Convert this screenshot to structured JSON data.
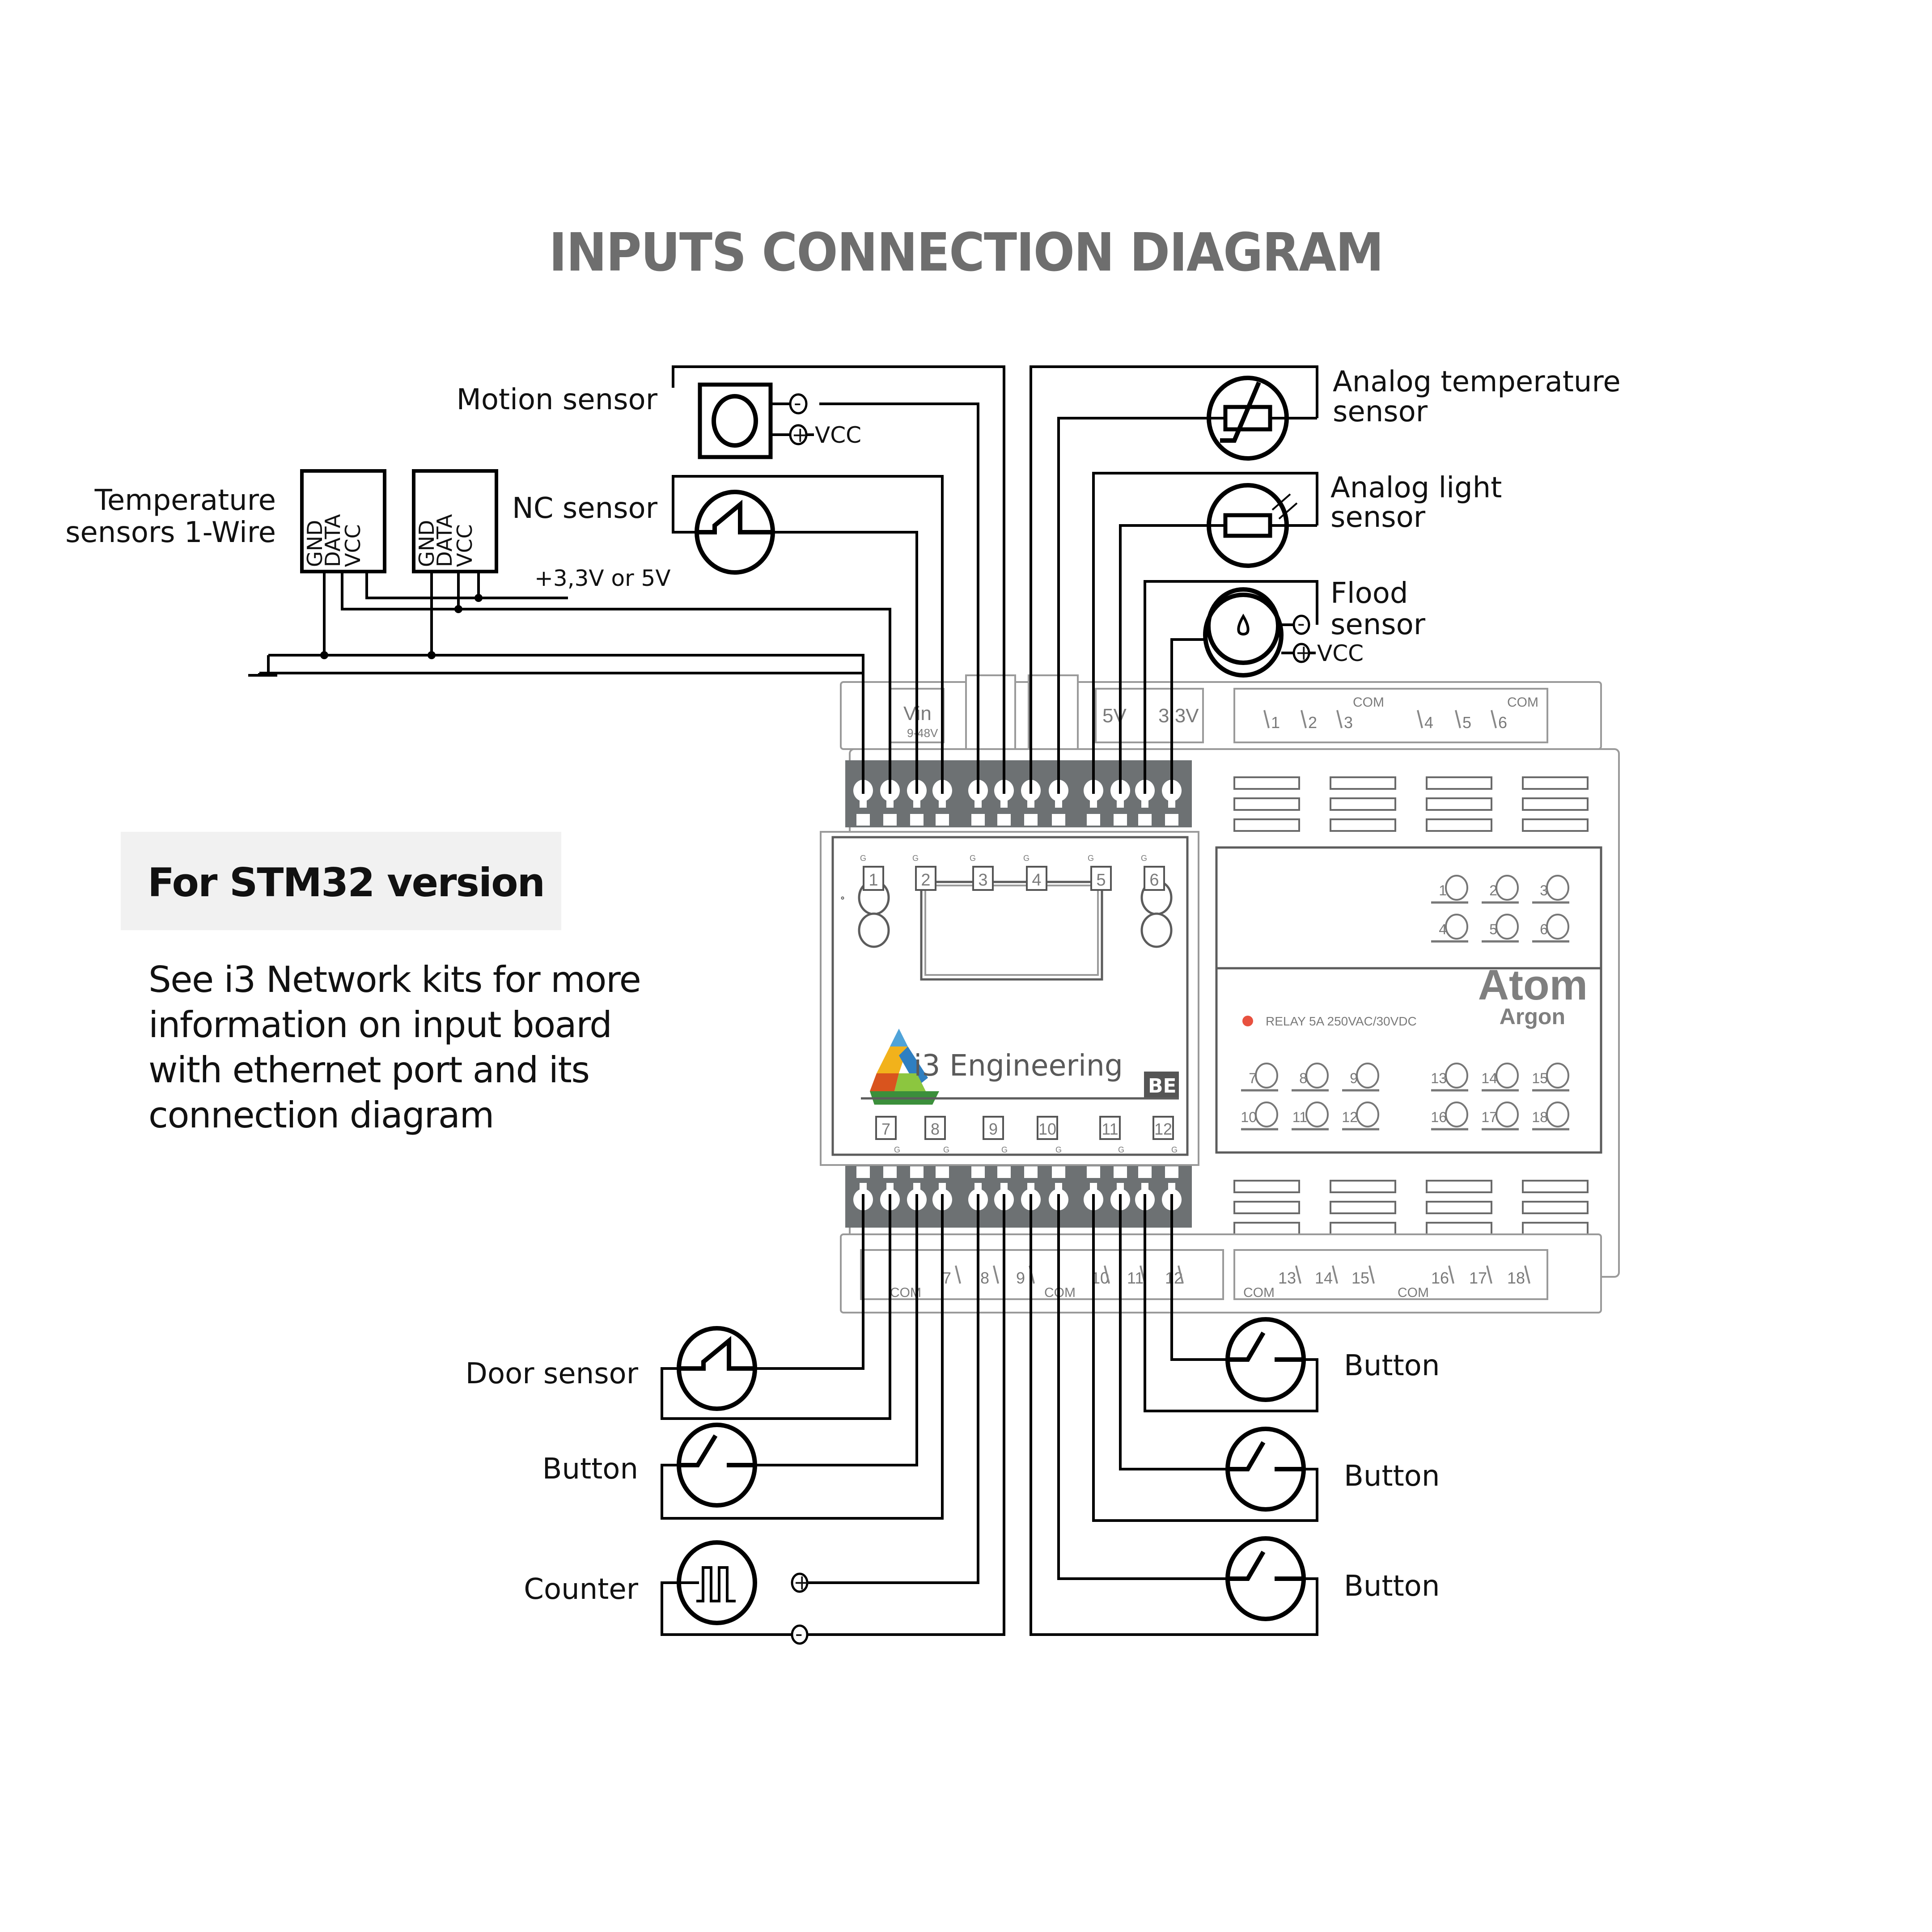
{
  "title": "INPUTS CONNECTION DIAGRAM",
  "note_box": {
    "heading": "For STM32 version",
    "text": "See i3 Network kits for more information on input board with ethernet port and its connection diagram"
  },
  "sensors_top_left": {
    "motion": {
      "label": "Motion sensor",
      "minus": "-",
      "plus": "+",
      "vcc": "VCC"
    },
    "nc": {
      "label": "NC sensor"
    },
    "onewire": {
      "label_line1": "Temperature",
      "label_line2": "sensors 1-Wire",
      "pins": [
        "GND",
        "DATA",
        "VCC"
      ],
      "supply_label": "+3,3V or 5V"
    }
  },
  "sensors_top_right": {
    "analog_temp": {
      "label_line1": "Analog temperature",
      "label_line2": "sensor"
    },
    "analog_light": {
      "label_line1": "Analog light",
      "label_line2": "sensor"
    },
    "flood": {
      "label_line1": "Flood",
      "label_line2": "sensor",
      "minus": "-",
      "plus": "+",
      "vcc": "VCC"
    }
  },
  "sensors_bottom_left": {
    "door": {
      "label": "Door sensor"
    },
    "button": {
      "label": "Button"
    },
    "counter": {
      "label": "Counter",
      "plus": "+",
      "minus": "-"
    }
  },
  "sensors_bottom_right": {
    "buttons": [
      {
        "label": "Button"
      },
      {
        "label": "Button"
      },
      {
        "label": "Button"
      }
    ]
  },
  "device": {
    "brand": "i3 Engineering",
    "badge": "BE",
    "model": "Atom",
    "variant": "Argon",
    "relay_spec": "RELAY  5A  250VAC/30VDC",
    "led_color": "#e8513f",
    "power_labels": {
      "vin": "Vin",
      "vin_range": "9-48V",
      "v5": "5V",
      "v33": "3,3V",
      "minus": "-",
      "plus": "+"
    },
    "top_inputs": [
      "1",
      "2",
      "3",
      "4",
      "5",
      "6"
    ],
    "bottom_inputs": [
      "7",
      "8",
      "9",
      "10",
      "11",
      "12"
    ],
    "ground_label": "G",
    "relay_top": {
      "contacts": [
        "1",
        "2",
        "3",
        "4",
        "5",
        "6"
      ],
      "com": "COM"
    },
    "relay_bottom_left": {
      "contacts": [
        "7",
        "8",
        "9",
        "10",
        "11",
        "12"
      ],
      "com": "COM"
    },
    "relay_bottom_right": {
      "contacts": [
        "13",
        "14",
        "15",
        "16",
        "17",
        "18"
      ],
      "com": "COM"
    },
    "relay_leds_upper": [
      "1",
      "2",
      "3",
      "4",
      "5",
      "6"
    ],
    "relay_leds_lower_left": [
      "7",
      "8",
      "9",
      "10",
      "11",
      "12"
    ],
    "relay_leds_lower_right": [
      "13",
      "14",
      "15",
      "16",
      "17",
      "18"
    ],
    "logo_colors": [
      "#4fa3d9",
      "#f2b21b",
      "#e06a1b",
      "#2f7fc1",
      "#8cc63f",
      "#3b8f3b",
      "#d9541e"
    ]
  }
}
